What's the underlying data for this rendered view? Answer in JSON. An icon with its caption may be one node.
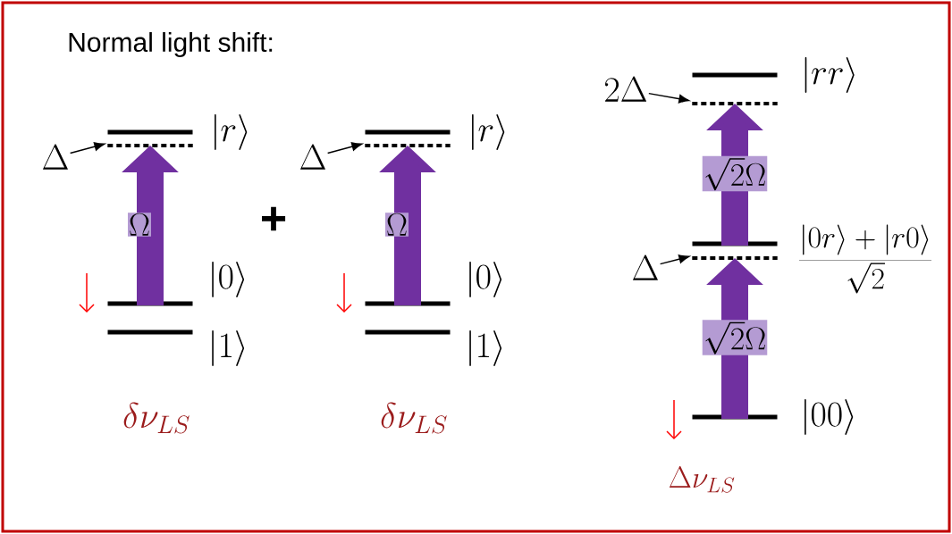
{
  "diagram": {
    "title": "Normal light shift:",
    "nodes": [
      {
        "text": [
          "\\Delta"
        ]
      },
      {
        "text": [],
        "shape": "bar",
        "beside": [
          "|r\\rangle"
        ]
      },
      {
        "text": [],
        "shape": "bar"
      },
      {
        "text": [],
        "shape": "bar",
        "beside": [
          "|0\\rangle"
        ]
      },
      {
        "text": [],
        "shape": "bar",
        "beside": [
          "|1\\rangle"
        ]
      },
      {
        "text": [
          "\\Delta"
        ]
      },
      {
        "text": [],
        "shape": "bar",
        "beside": [
          "|r\\rangle"
        ]
      },
      {
        "text": [],
        "shape": "bar"
      },
      {
        "text": [],
        "shape": "bar",
        "beside": [
          "|0\\rangle"
        ]
      },
      {
        "text": [],
        "shape": "bar",
        "beside": [
          "|1\\rangle"
        ]
      },
      {
        "text": [
          "2\\Delta"
        ]
      },
      {
        "text": [],
        "shape": "bar",
        "beside": [
          "|rr\\rangle"
        ]
      },
      {
        "text": [],
        "shape": "bar"
      },
      {
        "text": [
          "\\Delta"
        ]
      },
      {
        "text": [],
        "shape": "bar",
        "beside": [
          "\\frac{|0r\\rangle + |r0\\rangle}{\\sqrt{2}}"
        ]
      },
      {
        "text": [],
        "shape": "bar"
      },
      {
        "text": [],
        "shape": "bar",
        "beside": [
          "|00\\rangle"
        ]
      }
    ],
    "edges": [
      {
        "from": 0,
        "to": 2,
        "arrow": "to"
      },
      {
        "from": 3,
        "to": 2,
        "arrow": "to",
        "label": "\\Omega",
        "style": "thick",
        "color": "#7030a0"
      },
      {
        "from": 5,
        "to": 7,
        "arrow": "to"
      },
      {
        "from": 8,
        "to": 7,
        "arrow": "to",
        "label": "\\Omega",
        "style": "thick",
        "color": "#7030a0"
      },
      {
        "from": 10,
        "to": 12,
        "arrow": "to"
      },
      {
        "from": 14,
        "to": 12,
        "arrow": "to",
        "label": "\\sqrt{2}\\Omega",
        "style": "thick",
        "color": "#7030a0"
      },
      {
        "from": 13,
        "to": 15,
        "arrow": "to"
      },
      {
        "from": 16,
        "to": 15,
        "arrow": "to",
        "label": "\\sqrt{2}\\Omega",
        "style": "thick",
        "color": "#7030a0"
      }
    ],
    "labels": [
      "+",
      "\\delta\\nu_{LS}",
      "\\delta\\nu_{LS}",
      "\\Delta\\nu_{LS}"
    ]
  }
}
